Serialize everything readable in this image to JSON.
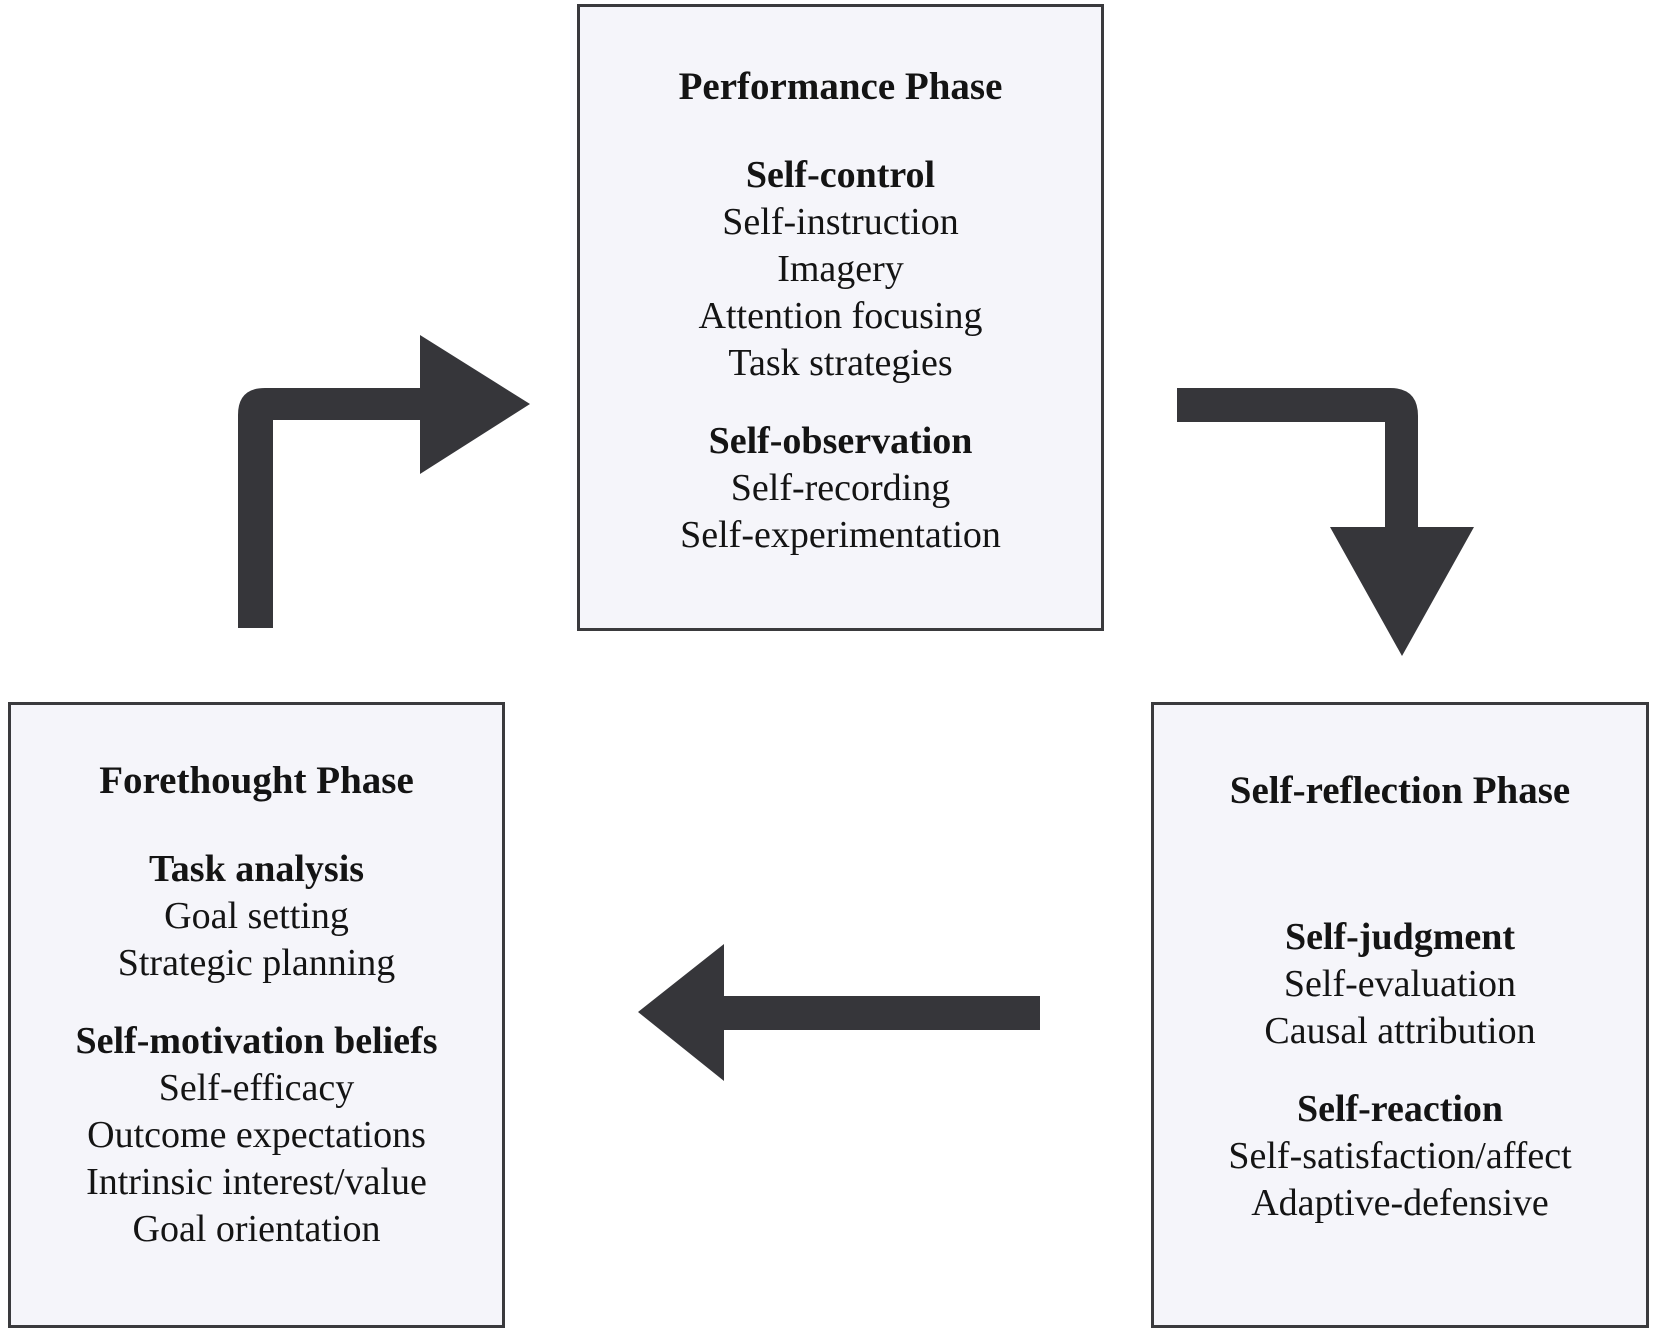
{
  "colors": {
    "box_fill": "#f5f5fa",
    "box_border": "#3a3a3d",
    "arrow": "#36363a",
    "text": "#141414"
  },
  "phases": {
    "performance": {
      "title": "Performance Phase",
      "groups": [
        {
          "heading": "Self-control",
          "items": [
            "Self-instruction",
            "Imagery",
            "Attention focusing",
            "Task strategies"
          ]
        },
        {
          "heading": "Self-observation",
          "items": [
            "Self-recording",
            "Self-experimentation"
          ]
        }
      ]
    },
    "forethought": {
      "title": "Forethought Phase",
      "groups": [
        {
          "heading": "Task analysis",
          "items": [
            "Goal setting",
            "Strategic planning"
          ]
        },
        {
          "heading": "Self-motivation beliefs",
          "items": [
            "Self-efficacy",
            "Outcome expectations",
            "Intrinsic interest/value",
            "Goal orientation"
          ]
        }
      ]
    },
    "reflection": {
      "title": "Self-reflection Phase",
      "groups": [
        {
          "heading": "Self-judgment",
          "items": [
            "Self-evaluation",
            "Causal attribution"
          ]
        },
        {
          "heading": "Self-reaction",
          "items": [
            "Self-satisfaction/affect",
            "Adaptive-defensive"
          ]
        }
      ]
    }
  },
  "arrows": [
    {
      "from": "forethought",
      "to": "performance",
      "direction": "up-then-right"
    },
    {
      "from": "performance",
      "to": "reflection",
      "direction": "right-then-down"
    },
    {
      "from": "reflection",
      "to": "forethought",
      "direction": "left"
    }
  ]
}
